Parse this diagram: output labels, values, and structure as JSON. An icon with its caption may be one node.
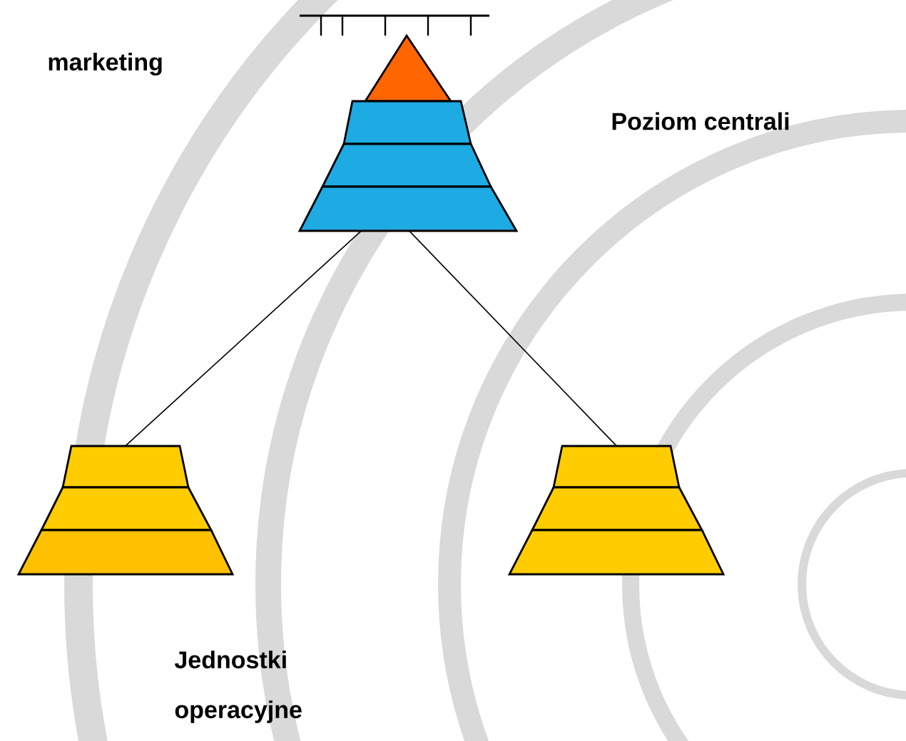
{
  "diagram": {
    "nodes": [
      {
        "text": [],
        "shape": "pyramid"
      },
      {
        "text": [],
        "shape": "pyramid"
      },
      {
        "text": [],
        "shape": "pyramid"
      }
    ],
    "edges": [
      {
        "from": 0,
        "to": 1,
        "arrow": "none"
      },
      {
        "from": 0,
        "to": 2,
        "arrow": "none"
      }
    ],
    "labels": [
      "marketing",
      "Poziom centrali",
      "Jednostki operacyjne"
    ]
  }
}
